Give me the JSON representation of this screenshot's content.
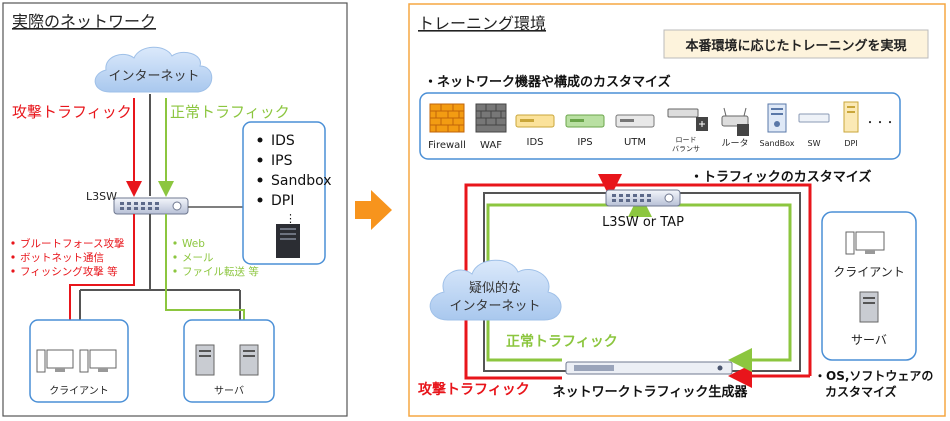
{
  "left_panel": {
    "title": "実際のネットワーク",
    "cloud_label": "インターネット",
    "attack_label": "攻撃トラフィック",
    "normal_label": "正常トラフィック",
    "switch_label": "L3SW",
    "inspection_items": [
      "IDS",
      "IPS",
      "Sandbox",
      "DPI",
      "⋮"
    ],
    "attack_types": [
      "ブルートフォース攻撃",
      "ボットネット通信",
      "フィッシング攻撃 等"
    ],
    "normal_types": [
      "Web",
      "メール",
      "ファイル転送 等"
    ],
    "client_label": "クライアント",
    "server_label": "サーバ"
  },
  "right_panel": {
    "title": "トレーニング環境",
    "banner": "本番環境に応じたトレーニングを実現",
    "device_custom_heading": "・ネットワーク機器や構成のカスタマイズ",
    "devices": [
      {
        "label": "Firewall",
        "icon": "firewall-icon"
      },
      {
        "label": "WAF",
        "icon": "waf-icon"
      },
      {
        "label": "IDS",
        "icon": "ids-icon"
      },
      {
        "label": "IPS",
        "icon": "ips-icon"
      },
      {
        "label": "UTM",
        "icon": "utm-icon"
      },
      {
        "label": "ロード\nバランサ",
        "icon": "load-balancer-icon"
      },
      {
        "label": "ルータ",
        "icon": "router-icon"
      },
      {
        "label": "SandBox",
        "icon": "sandbox-icon"
      },
      {
        "label": "SW",
        "icon": "switch-icon"
      },
      {
        "label": "DPI",
        "icon": "dpi-icon"
      },
      {
        "label": "・・・",
        "icon": ""
      }
    ],
    "traffic_custom_heading": "・トラフィックのカスタマイズ",
    "switch_label": "L3SW or TAP",
    "cloud_line1": "疑似的な",
    "cloud_line2": "インターネット",
    "normal_label": "正常トラフィック",
    "attack_label": "攻撃トラフィック",
    "generator_label": "ネットワークトラフィック生成器",
    "client_label": "クライアント",
    "server_label": "サーバ",
    "os_custom_line1": "・OS,ソフトウェアの",
    "os_custom_line2": "カスタマイズ"
  },
  "colors": {
    "attack": "#e8151b",
    "normal": "#8cc63f",
    "panel_border_right": "#f5a742",
    "box_border_blue": "#4a8fd6",
    "arrow": "#f7941d"
  }
}
